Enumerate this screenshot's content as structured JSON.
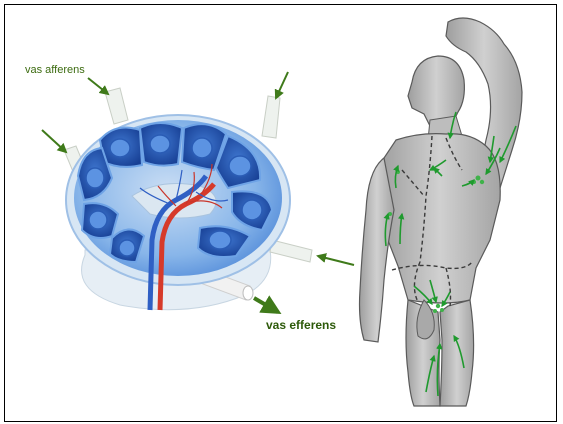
{
  "labels": {
    "vas_afferens": "vas afferens",
    "vas_efferens": "vas efferens"
  },
  "colors": {
    "label_green": "#3c6b10",
    "arrow_green": "#3f7a1a",
    "node_blue": "#4a86d8",
    "follicle_dark": "#1e4fa8",
    "artery_red": "#d63a2a",
    "vein_blue": "#2f5fc4",
    "skin_grey": "#b9b9b9"
  },
  "icons": [
    "lymph-node-illustration",
    "human-body-illustration",
    "arrow-icon"
  ]
}
